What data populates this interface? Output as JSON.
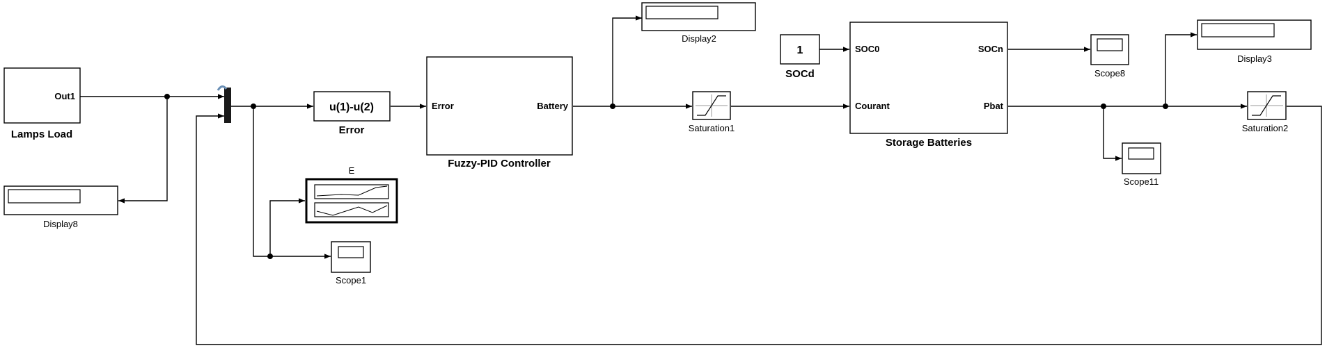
{
  "blocks": {
    "lamps_load": {
      "name": "Lamps Load",
      "port_out": "Out1"
    },
    "display8": {
      "name": "Display8"
    },
    "error_fcn": {
      "name": "Error",
      "expression": "u(1)-u(2)"
    },
    "e_scope": {
      "name": "E"
    },
    "scope1": {
      "name": "Scope1"
    },
    "fuzzy_pid": {
      "name": "Fuzzy-PID Controller",
      "port_in": "Error",
      "port_out": "Battery"
    },
    "display2": {
      "name": "Display2"
    },
    "saturation1": {
      "name": "Saturation1"
    },
    "socd": {
      "name": "SOCd",
      "value": "1"
    },
    "storage": {
      "name": "Storage Batteries",
      "port_in_1": "SOC0",
      "port_in_2": "Courant",
      "port_out_1": "SOCn",
      "port_out_2": "Pbat"
    },
    "scope8": {
      "name": "Scope8"
    },
    "display3": {
      "name": "Display3"
    },
    "saturation2": {
      "name": "Saturation2"
    },
    "scope11": {
      "name": "Scope11"
    }
  },
  "colors": {
    "line": "#000000",
    "background": "#ffffff",
    "mux_bar": "#1a1a1a",
    "sat_line": "#999999"
  }
}
